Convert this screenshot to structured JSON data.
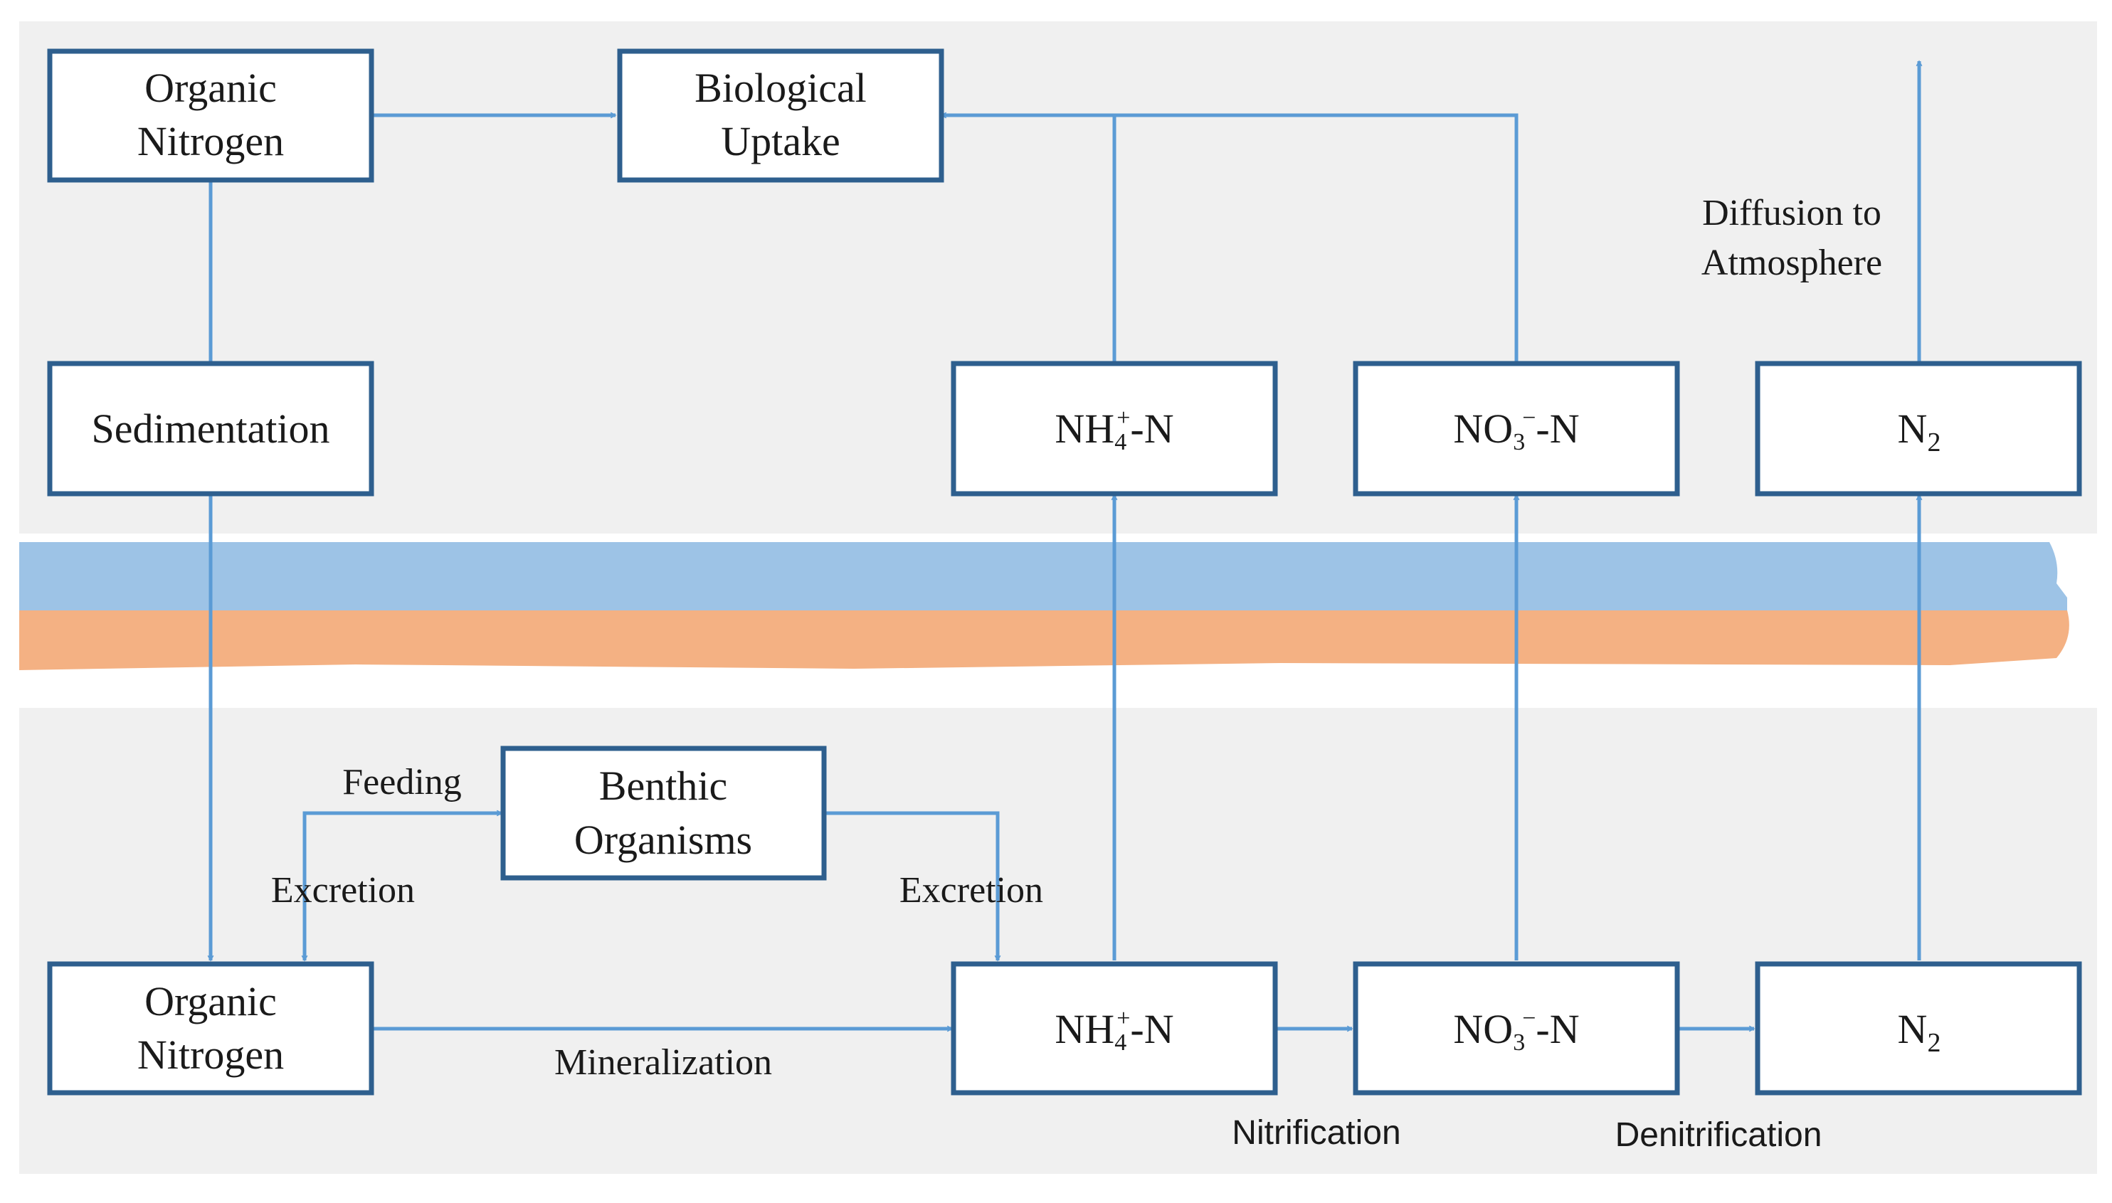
{
  "colors": {
    "panel_bg": "#f0f0f0",
    "box_border": "#2e5f8e",
    "arrow": "#5b9bd5",
    "water_band": "#9dc3e6",
    "sediment_band": "#f4b183"
  },
  "boxes": {
    "organic_nitrogen_top": {
      "line1": "Organic",
      "line2": "Nitrogen"
    },
    "biological_uptake": {
      "line1": "Biological",
      "line2": "Uptake"
    },
    "sedimentation": {
      "label": "Sedimentation"
    },
    "nh4_top": {
      "base": "NH",
      "sub": "4",
      "sup": "+",
      "tail": "-N"
    },
    "no3_top": {
      "base": "NO",
      "sub": "3",
      "sup": "−",
      "tail": "-N"
    },
    "n2_top": {
      "base": "N",
      "sub": "2"
    },
    "benthic_organisms": {
      "line1": "Benthic",
      "line2": "Organisms"
    },
    "organic_nitrogen_bottom": {
      "line1": "Organic",
      "line2": "Nitrogen"
    },
    "nh4_bottom": {
      "base": "NH",
      "sub": "4",
      "sup": "+",
      "tail": "-N"
    },
    "no3_bottom": {
      "base": "NO",
      "sub": "3",
      "sup": "−",
      "tail": "-N"
    },
    "n2_bottom": {
      "base": "N",
      "sub": "2"
    }
  },
  "labels": {
    "diffusion_line1": "Diffusion to",
    "diffusion_line2": "Atmosphere",
    "feeding": "Feeding",
    "excretion_left": "Excretion",
    "excretion_right": "Excretion",
    "mineralization": "Mineralization",
    "nitrification": "Nitrification",
    "denitrification": "Denitrification"
  }
}
